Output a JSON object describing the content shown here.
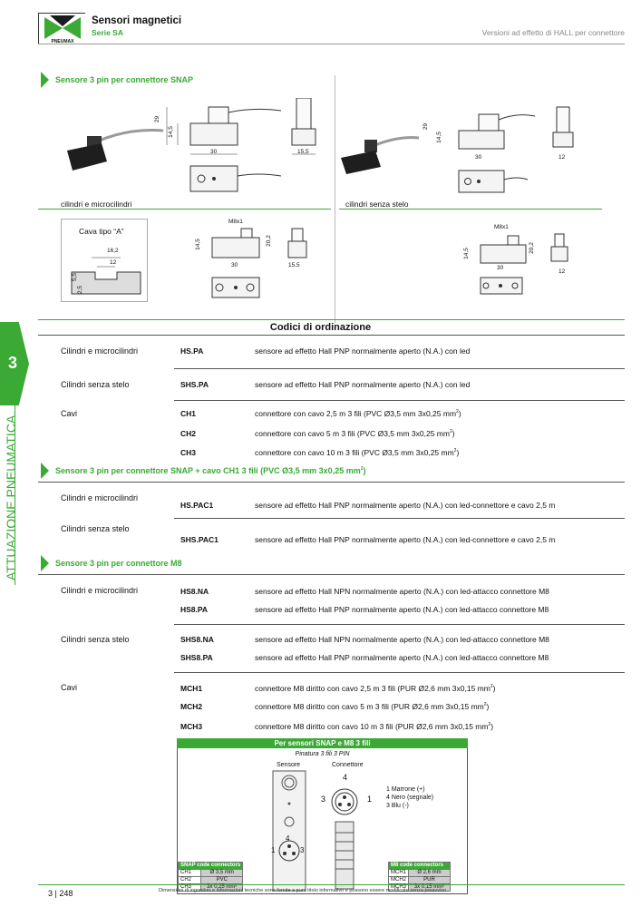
{
  "header": {
    "title": "Sensori magnetici",
    "series": "Serie SA",
    "right_text": "Versioni ad effetto di HALL per connettore",
    "logo_text": "PNEUMAX"
  },
  "side": {
    "chapter": "3",
    "label": "ATTUAZIONE PNEUMATICA"
  },
  "section1": {
    "title": "Sensore 3 pin per connettore SNAP",
    "left_caption": "cilindri e microcilindri",
    "right_caption": "cilindri senza stelo",
    "cava_label": "Cava tipo “A”",
    "dims": {
      "d29": "29",
      "d14_5": "14,5",
      "d30": "30",
      "d15_5": "15,5",
      "d12": "12",
      "d16_2": "16,2",
      "d12b": "12",
      "d5_5": "5,5",
      "d2_5": "2,5",
      "m8": "M8x1",
      "d20_2": "20,2"
    }
  },
  "ordering": {
    "title": "Codici di ordinazione",
    "rows": [
      {
        "label": "Cilindri e microcilindri",
        "code": "HS.PA",
        "desc": "sensore ad effetto Hall PNP normalmente aperto (N.A.) con led"
      },
      {
        "label": "Cilindri senza stelo",
        "code": "SHS.PA",
        "desc": "sensore ad effetto Hall PNP normalmente aperto (N.A.) con led"
      }
    ],
    "cavi_label": "Cavi",
    "cavi": [
      {
        "code": "CH1",
        "desc": "connettore con cavo 2,5 m 3 fili (PVC Ø3,5 mm 3x0,25 mm",
        "sup": "2",
        "tail": ")"
      },
      {
        "code": "CH2",
        "desc": "connettore con cavo 5 m 3 fili (PVC Ø3,5 mm 3x0,25 mm",
        "sup": "2",
        "tail": ")"
      },
      {
        "code": "CH3",
        "desc": "connettore con cavo 10 m 3 fili (PVC Ø3,5 mm 3x0,25 mm",
        "sup": "2",
        "tail": ")"
      }
    ]
  },
  "section2": {
    "title": "Sensore 3 pin per connettore SNAP + cavo CH1 3 fili (PVC Ø3,5 mm 3x0,25 mm",
    "title_sup": "2",
    "title_tail": ")",
    "rows": [
      {
        "label": "Cilindri e microcilindri",
        "code": "HS.PAC1",
        "desc": "sensore ad effetto Hall PNP normalmente aperto (N.A.) con led-connettore e cavo 2,5 m"
      },
      {
        "label": "Cilindri senza stelo",
        "code": "SHS.PAC1",
        "desc": "sensore ad effetto Hall PNP normalmente aperto (N.A.) con led-connettore e cavo 2,5 m"
      }
    ]
  },
  "section3": {
    "title": "Sensore 3 pin per connettore M8",
    "group1_label": "Cilindri e microcilindri",
    "group1": [
      {
        "code": "HS8.NA",
        "desc": "sensore ad effetto Hall NPN normalmente aperto (N.A.) con led-attacco connettore M8"
      },
      {
        "code": "HS8.PA",
        "desc": "sensore ad effetto Hall PNP normalmente aperto (N.A.) con led-attacco connettore M8"
      }
    ],
    "group2_label": "Cilindri senza stelo",
    "group2": [
      {
        "code": "SHS8.NA",
        "desc": "sensore ad effetto Hall NPN normalmente aperto (N.A.) con led-attacco connettore M8"
      },
      {
        "code": "SHS8.PA",
        "desc": "sensore ad effetto Hall PNP normalmente aperto (N.A.) con led-attacco connettore M8"
      }
    ],
    "cavi_label": "Cavi",
    "cavi": [
      {
        "code": "MCH1",
        "desc": "connettore M8 diritto con cavo 2,5 m 3 fili (PUR Ø2,6 mm 3x0,15 mm",
        "sup": "2",
        "tail": ")"
      },
      {
        "code": "MCH2",
        "desc": "connettore M8 diritto con cavo 5 m 3 fili (PUR Ø2,6 mm 3x0,15 mm",
        "sup": "2",
        "tail": ")"
      },
      {
        "code": "MCH3",
        "desc": "connettore M8 diritto con cavo 10 m 3 fili (PUR Ø2,6 mm 3x0,15 mm",
        "sup": "2",
        "tail": ")"
      }
    ]
  },
  "pin_panel": {
    "title": "Per sensori SNAP e M8 3 fili",
    "subtitle": "Pinatura 3 fili 3 PIN",
    "sensore": "Sensore",
    "connettore": "Connettore",
    "pin1": "1",
    "pin3": "3",
    "pin4": "4",
    "legend": [
      "1 Marrone (+)",
      "4 Nero (segnale)",
      "3 Blu (-)"
    ],
    "snap_table": {
      "title": "SNAP code connectors",
      "rows": [
        [
          "CH1",
          "Ø 3,5 mm"
        ],
        [
          "CH2",
          "PVC"
        ],
        [
          "CH3",
          "3x 0,25 mm²"
        ]
      ]
    },
    "m8_table": {
      "title": "M8 code connectors",
      "rows": [
        [
          "MCH1",
          "Ø 2,6 mm"
        ],
        [
          "MCH2",
          "PUR"
        ],
        [
          "MCH3",
          "3x 0,15 mm²"
        ]
      ]
    }
  },
  "footer": {
    "page": "3 | 248",
    "note": "Dimensioni di ingombro e informazioni tecniche sono fornite a puro titolo informativo e possono essere modificate senza preavviso"
  }
}
